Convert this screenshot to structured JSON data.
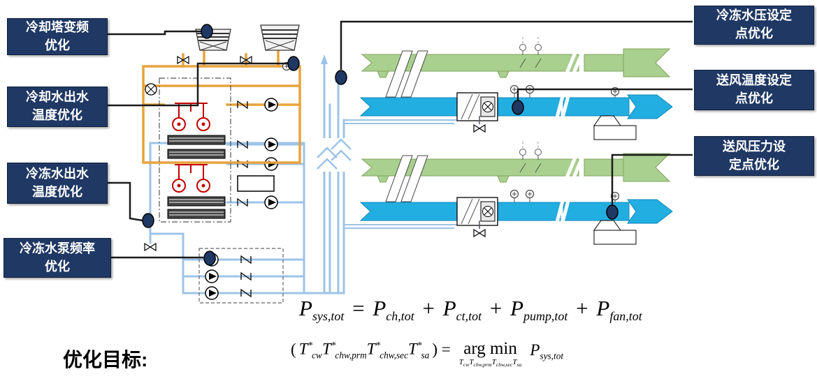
{
  "callouts": [
    {
      "id": "cooling-tower-vfd",
      "label": "冷却塔变频\n优化"
    },
    {
      "id": "cooling-water-outlet-temp",
      "label": "冷却水出水\n温度优化"
    },
    {
      "id": "chilled-water-outlet-temp",
      "label": "冷冻水出水\n温度优化"
    },
    {
      "id": "chw-pump-frequency",
      "label": "冷冻水泵频率\n优化"
    },
    {
      "id": "chw-pressure-setpoint",
      "label": "冷冻水压设定\n点优化"
    },
    {
      "id": "supply-air-temp-setpoint",
      "label": "送风温度设定\n点优化"
    },
    {
      "id": "supply-air-pressure-setpoint",
      "label": "送风压力设\n定点优化"
    }
  ],
  "equations": {
    "objective_label": "优化目标:",
    "eq1": [
      {
        "k": "v",
        "t": "P"
      },
      {
        "k": "b",
        "t": "sys,tot"
      },
      {
        "k": "o",
        "t": " = "
      },
      {
        "k": "v",
        "t": "P"
      },
      {
        "k": "b",
        "t": "ch,tot"
      },
      {
        "k": "o",
        "t": " + "
      },
      {
        "k": "v",
        "t": "P"
      },
      {
        "k": "b",
        "t": "ct,tot"
      },
      {
        "k": "o",
        "t": " + "
      },
      {
        "k": "v",
        "t": "P"
      },
      {
        "k": "b",
        "t": "pump,tot"
      },
      {
        "k": "o",
        "t": " + "
      },
      {
        "k": "v",
        "t": "P"
      },
      {
        "k": "b",
        "t": "fan,tot"
      }
    ],
    "eq2_lhs": [
      {
        "k": "o",
        "t": "("
      },
      {
        "k": "v",
        "t": "T"
      },
      {
        "k": "p",
        "t": "*"
      },
      {
        "k": "b",
        "t": "cw"
      },
      {
        "k": "v",
        "t": "T"
      },
      {
        "k": "p",
        "t": "*"
      },
      {
        "k": "b",
        "t": "chw,prm"
      },
      {
        "k": "v",
        "t": "T"
      },
      {
        "k": "p",
        "t": "*"
      },
      {
        "k": "b",
        "t": "chw,sec"
      },
      {
        "k": "v",
        "t": "T"
      },
      {
        "k": "p",
        "t": "*"
      },
      {
        "k": "b",
        "t": "sa"
      },
      {
        "k": "o",
        "t": ") = "
      }
    ],
    "eq2_argmin": "arg min",
    "eq2_under": [
      {
        "k": "v",
        "t": "T"
      },
      {
        "k": "b",
        "t": "cw"
      },
      {
        "k": "v",
        "t": "T"
      },
      {
        "k": "b",
        "t": "chw,prm"
      },
      {
        "k": "v",
        "t": "T"
      },
      {
        "k": "b",
        "t": "chw,sec"
      },
      {
        "k": "v",
        "t": "T"
      },
      {
        "k": "b",
        "t": "sa"
      }
    ],
    "eq2_rhs": [
      {
        "k": "v",
        "t": "P"
      },
      {
        "k": "b",
        "t": "sys,tot"
      }
    ]
  },
  "colors": {
    "callout_bg": "#1F3864",
    "anchor_dot": "#1F3864",
    "condenser_pipe": "#E8A33D",
    "chilled_pipe": "#9DC3E6",
    "return_duct": "#A9D08E",
    "supply_duct": "#23AEE2",
    "chiller_red": "#C00000"
  }
}
